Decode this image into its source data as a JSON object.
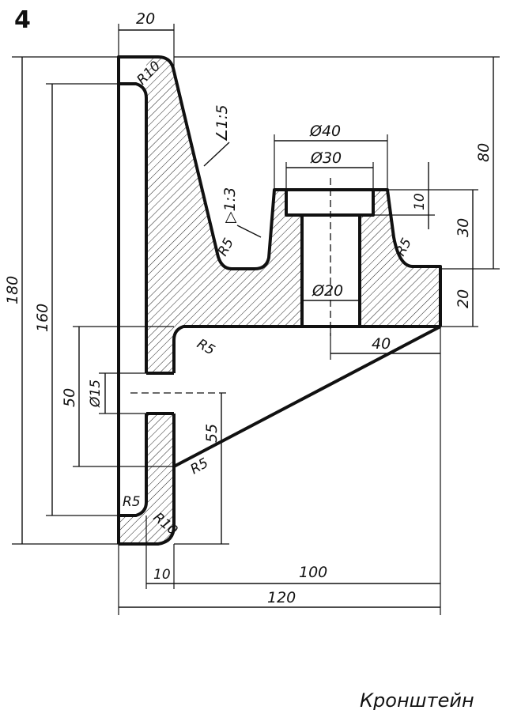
{
  "figure_number": "4",
  "caption": "Кронштейн",
  "dimensions": {
    "top_width": "20",
    "height_total": "180",
    "height_inner": "160",
    "height_right": "80",
    "hub_height": "30",
    "counterbore_depth": "10",
    "base_thickness": "20",
    "lower_hole_span": "50",
    "lower_slope_height": "55",
    "hub_offset": "40",
    "wall_thickness": "10",
    "rib_length": "100",
    "width_total": "120"
  },
  "diameters": {
    "hub_outer": "Ø40",
    "counterbore": "Ø30",
    "bore": "Ø20",
    "side_hole": "Ø15"
  },
  "radii": {
    "top_corner": "R10",
    "upper_fillet": "R5",
    "hub_fillet": "R5",
    "base_fillet": "R5",
    "rib_fillet": "R5",
    "inner_bottom": "R5",
    "bottom_corner": "R10"
  },
  "tapers": {
    "rib_slope": "∠1:5",
    "hub_taper": "▷1:3"
  }
}
